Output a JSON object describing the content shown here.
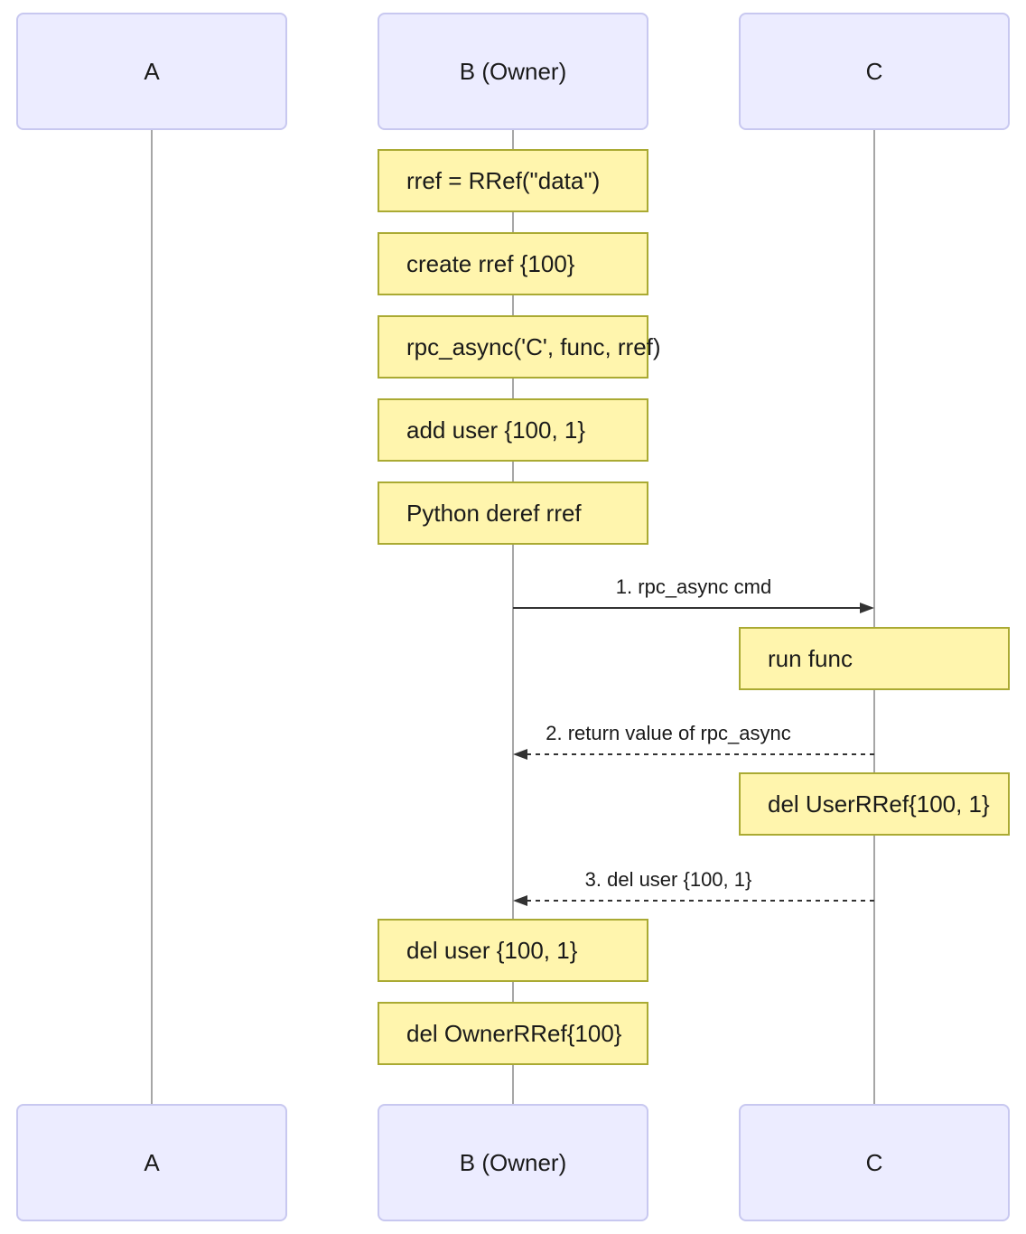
{
  "participants": [
    {
      "id": "A",
      "label": "A"
    },
    {
      "id": "B",
      "label": "B (Owner)"
    },
    {
      "id": "C",
      "label": "C"
    }
  ],
  "notes": [
    {
      "over": "B",
      "text": "rref = RRef(\"data\")"
    },
    {
      "over": "B",
      "text": "create rref {100}"
    },
    {
      "over": "B",
      "text": "rpc_async('C', func, rref)"
    },
    {
      "over": "B",
      "text": "add user {100, 1}"
    },
    {
      "over": "B",
      "text": "Python deref rref"
    },
    {
      "over": "C",
      "text": "run func"
    },
    {
      "over": "C",
      "text": "del UserRRef{100, 1}"
    },
    {
      "over": "B",
      "text": "del user {100, 1}"
    },
    {
      "over": "B",
      "text": "del OwnerRRef{100}"
    }
  ],
  "messages": [
    {
      "from": "B",
      "to": "C",
      "style": "solid",
      "label": "1. rpc_async cmd"
    },
    {
      "from": "C",
      "to": "B",
      "style": "dashed",
      "label": "2. return value of rpc_async"
    },
    {
      "from": "C",
      "to": "B",
      "style": "dashed",
      "label": "3. del user {100, 1}"
    }
  ],
  "colors": {
    "actor_fill": "#ECECFF",
    "actor_border": "#c8c8f0",
    "note_fill": "#fff5ad",
    "note_border": "#aaaa33",
    "line": "#333333",
    "lifeline": "#a6a6a6",
    "text": "#1a1a1a"
  }
}
